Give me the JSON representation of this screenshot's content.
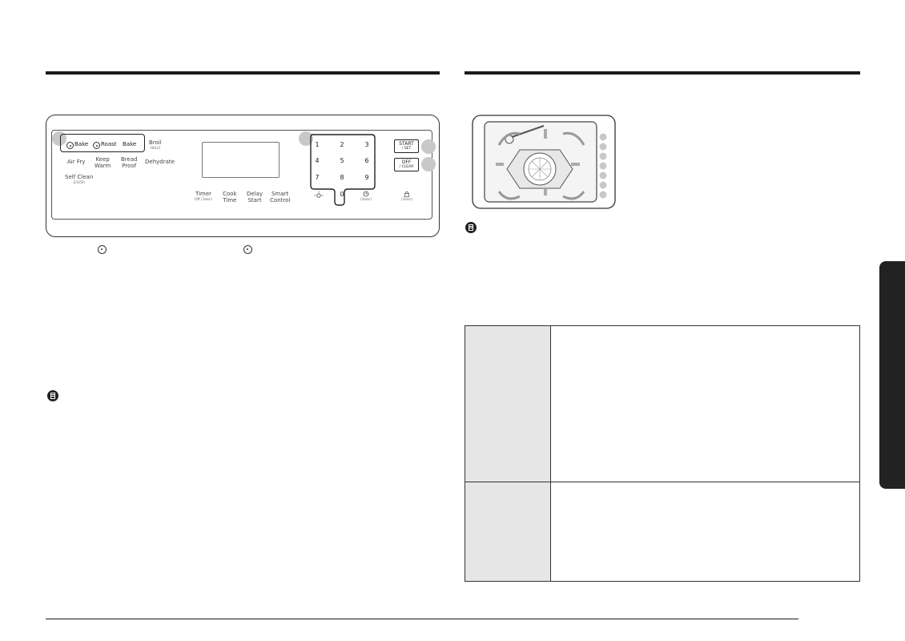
{
  "control_panel": {
    "modes": {
      "bake_conv": "Bake",
      "roast_conv": "Roast",
      "bake": "Bake"
    },
    "broil": {
      "label": "Broil",
      "sub": "HI/LO"
    },
    "air_fry": "Air Fry",
    "keep_warm": "Keep\nWarm",
    "bread_proof": "Bread\nProof",
    "dehydrate": "Dehydrate",
    "self_clean": {
      "label": "Self Clean",
      "sub": "2/3/5h"
    },
    "timer": {
      "label": "Timer",
      "sub": "Off (3sec)"
    },
    "cook_time": "Cook\nTime",
    "delay_start": "Delay\nStart",
    "smart_control": "Smart\nControl",
    "keys": [
      "1",
      "2",
      "3",
      "4",
      "5",
      "6",
      "7",
      "8",
      "9",
      "0"
    ],
    "light_icon": "light-icon",
    "clock_sub": "(3sec)",
    "lock_sub": "(3sec)",
    "start": {
      "label": "START",
      "sub": "/ SET"
    },
    "off": {
      "label": "OFF",
      "sub": "/ CLEAR"
    }
  },
  "colors": {
    "callout": "#c8c8c8",
    "side_tab": "#222222",
    "table_shade": "#e6e6e6"
  }
}
